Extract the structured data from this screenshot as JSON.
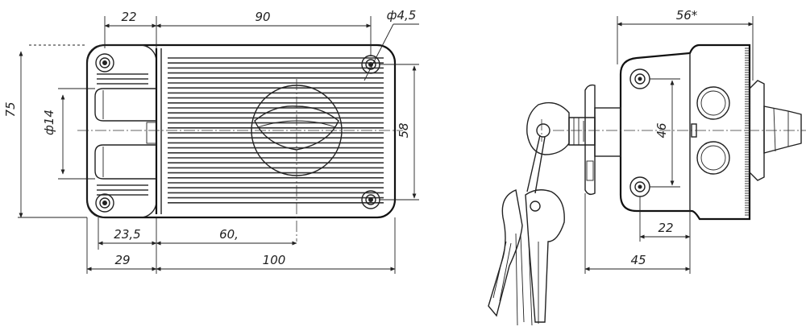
{
  "front_view": {
    "dims": {
      "top_left": "22",
      "top_right": "90",
      "hole": "ф4,5",
      "height_total": "75",
      "bolt_diameter": "ф14",
      "height_inner": "58",
      "bottom_23_5": "23,5",
      "bottom_60": "60,",
      "bottom_29": "29",
      "bottom_100": "100"
    }
  },
  "side_view": {
    "dims": {
      "top_56": "56*",
      "height_46": "46",
      "width_22": "22",
      "width_45": "45"
    }
  },
  "colors": {
    "line": "#222222",
    "background": "#ffffff"
  }
}
